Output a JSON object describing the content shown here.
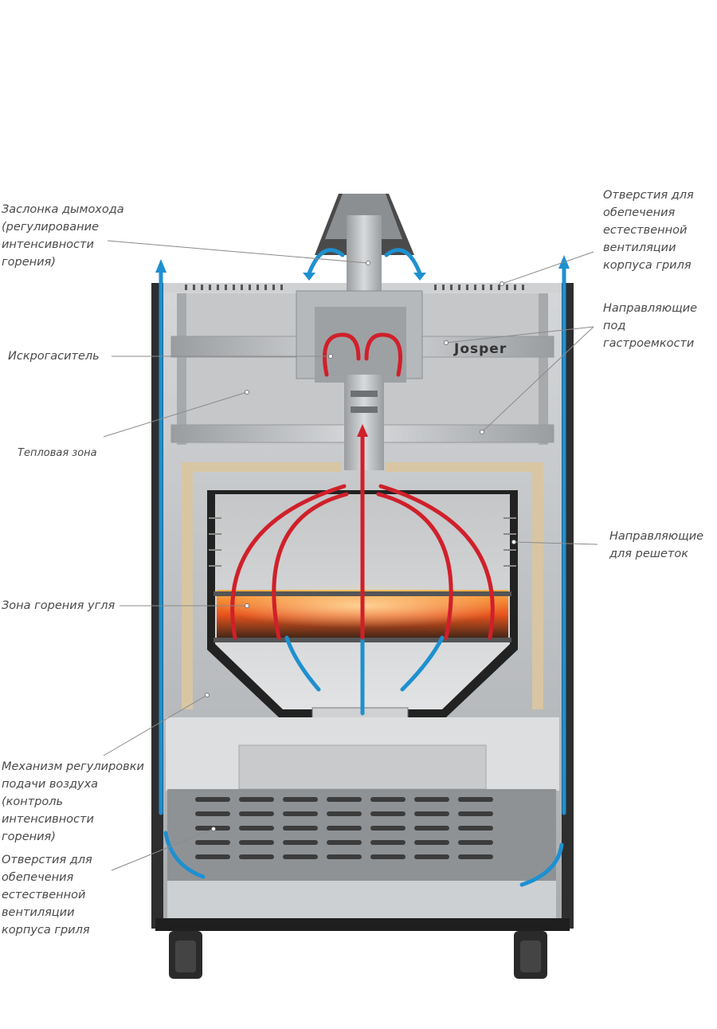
{
  "brand": "Josper",
  "labels": {
    "chimney_damper": "Заслонка дымохода\n(регулирование\nинтенсивности\nгорения)",
    "spark_arrester": "Искрогаситель",
    "heat_zone": "Тепловая зона",
    "coal_zone": "Зона горения угля",
    "air_mechanism": "Механизм регулировки\nподачи воздуха\n(контроль\nинтенсивности\nгорения)",
    "vent_bottom": "Отверстия для\nобепечения\nестественной\nвентиляции\nкорпуса гриля",
    "vent_top": "Отверстия для\nобепечения\nестественной\nвентиляции\nкорпуса гриля",
    "gastro_guides": "Направляющие\nпод\nгастроемкости",
    "grate_guides": "Направляющие\nдля решеток"
  },
  "colors": {
    "hot_air": "#d0202a",
    "cold_air": "#1e90d0",
    "steel": "#b9bcbf",
    "dark_frame": "#2b2b2b",
    "insulation": "#c9b28a"
  }
}
